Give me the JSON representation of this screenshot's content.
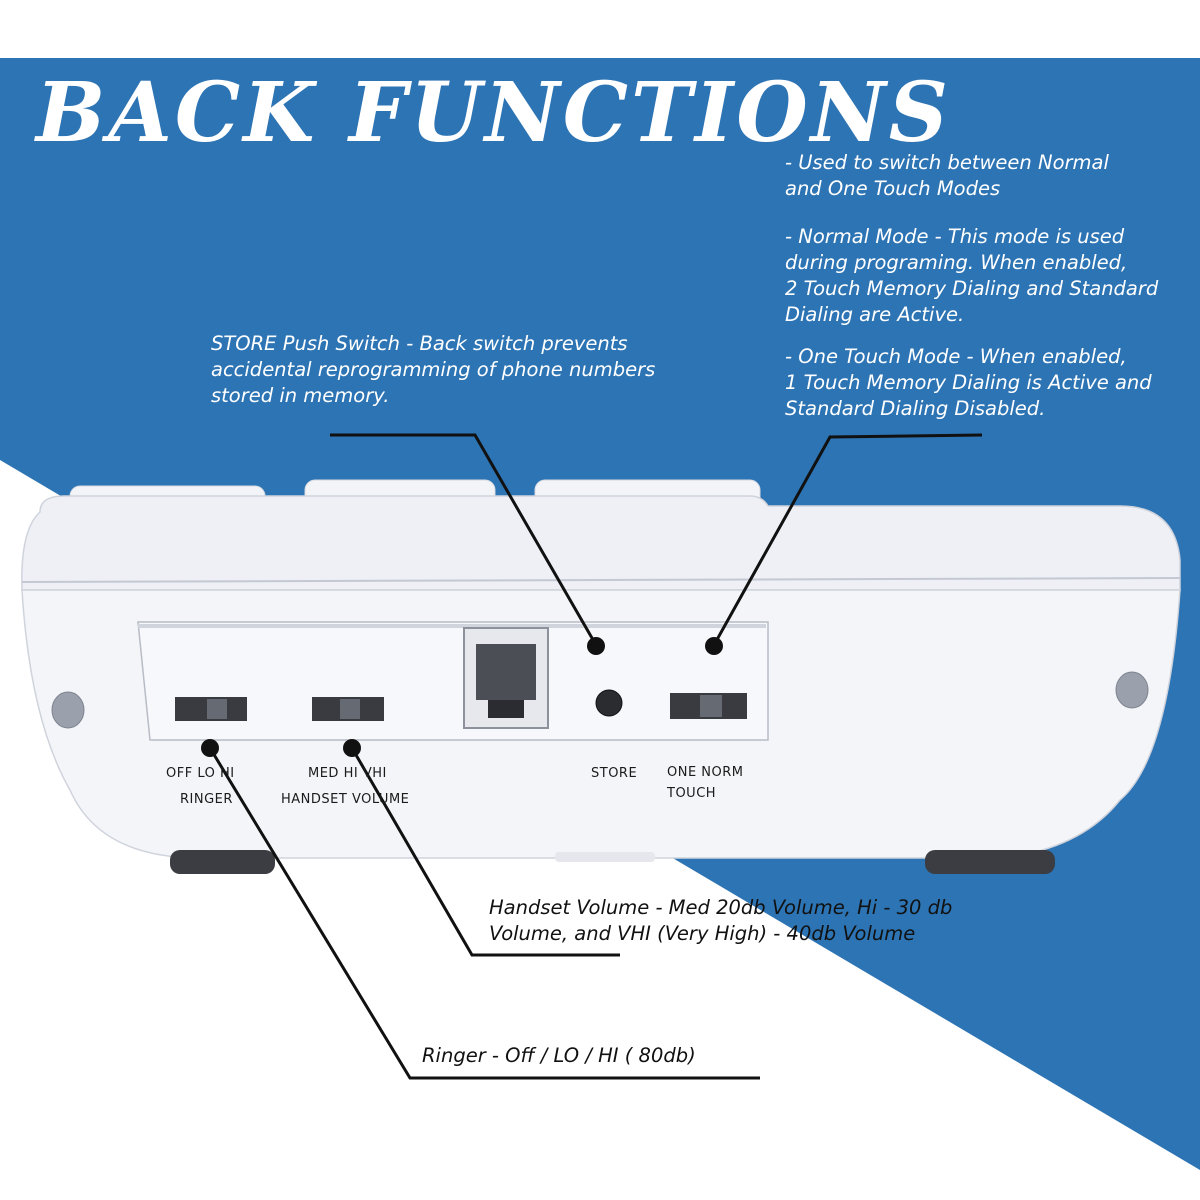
{
  "title": "BACK FUNCTIONS",
  "colors": {
    "background_blue": "#2d74b4",
    "background_white": "#ffffff",
    "device_body": "#eef0f5",
    "pointer_line": "#111111"
  },
  "callouts": {
    "mode_switch": {
      "paragraphs": [
        "- Used to switch between Normal\nand One Touch Modes",
        "- Normal Mode - This mode is used\nduring programing.  When enabled,\n 2 Touch Memory Dialing and Standard\nDialing are Active.",
        "- One Touch Mode - When enabled,\n1 Touch Memory Dialing is Active and\nStandard Dialing Disabled."
      ]
    },
    "store": "STORE Push Switch - Back switch prevents\naccidental reprogramming of phone numbers\nstored in memory.",
    "handset_volume": "Handset Volume - Med 20db Volume, Hi - 30 db\nVolume, and VHI (Very High) - 40db Volume",
    "ringer": "Ringer - Off / LO / HI ( 80db)"
  },
  "device_labels": {
    "ringer_positions": "OFF  LO  HI",
    "ringer_name": "RINGER",
    "handset_positions": "MED  HI  VHI",
    "handset_name": "HANDSET VOLUME",
    "store": "STORE",
    "mode_positions": "ONE  NORM",
    "mode_name": "TOUCH"
  }
}
